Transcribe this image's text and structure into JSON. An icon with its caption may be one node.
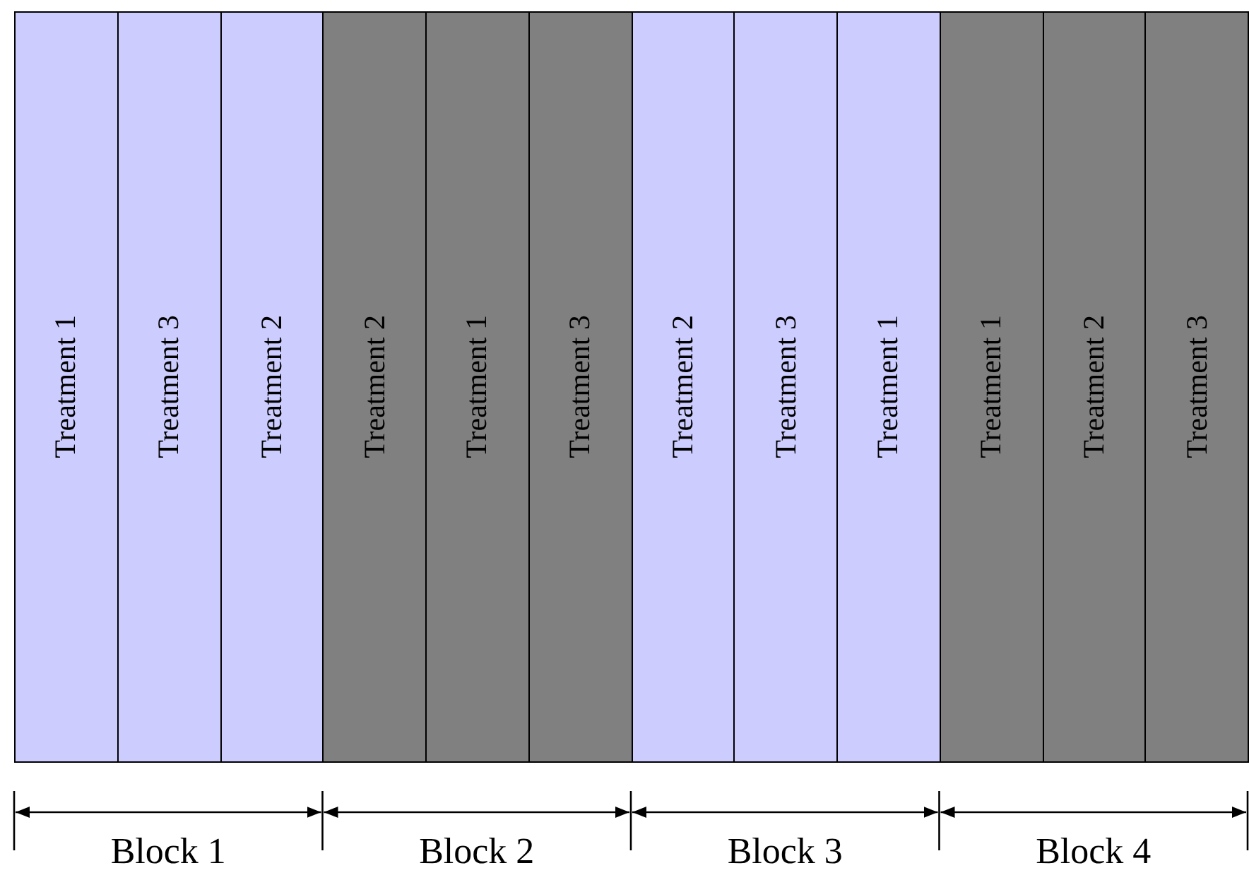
{
  "diagram": {
    "nodes": [
      {
        "text": [
          "Treatment 1"
        ]
      },
      {
        "text": [
          "Treatment 3"
        ]
      },
      {
        "text": [
          "Treatment 2"
        ]
      },
      {
        "text": [
          "Treatment 2"
        ]
      },
      {
        "text": [
          "Treatment 1"
        ]
      },
      {
        "text": [
          "Treatment 3"
        ]
      },
      {
        "text": [
          "Treatment 2"
        ]
      },
      {
        "text": [
          "Treatment 3"
        ]
      },
      {
        "text": [
          "Treatment 1"
        ]
      },
      {
        "text": [
          "Treatment 1"
        ]
      },
      {
        "text": [
          "Treatment 2"
        ]
      },
      {
        "text": [
          "Treatment 3"
        ]
      }
    ],
    "labels": [
      "Block 1",
      "Block 2",
      "Block 3",
      "Block 4"
    ]
  }
}
